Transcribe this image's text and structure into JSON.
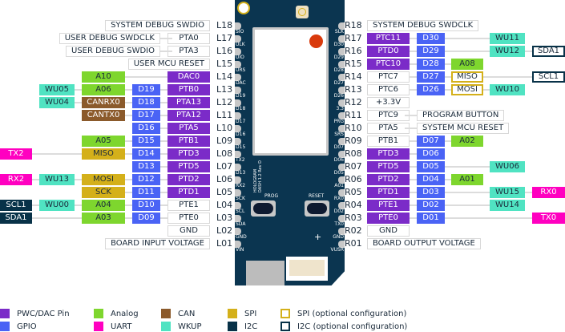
{
  "left_rows": [
    {
      "label": "L18",
      "cells": [
        null,
        null,
        null,
        null,
        null
      ],
      "note": "SYSTEM DEBUG SWDIO"
    },
    {
      "label": "L17",
      "cells": [
        null,
        null,
        null,
        null,
        {
          "text": "PTA0",
          "type": "plain"
        }
      ],
      "note": "USER DEBUG SWDCLK"
    },
    {
      "label": "L16",
      "cells": [
        null,
        null,
        null,
        null,
        {
          "text": "PTA3",
          "type": "plain"
        }
      ],
      "note": "USER DEBUG SWDIO"
    },
    {
      "label": "L15",
      "cells": [
        null,
        null,
        null,
        null,
        null
      ],
      "note": "USER MCU RESET"
    },
    {
      "label": "L14",
      "cells": [
        null,
        null,
        {
          "text": "A10",
          "type": "analog"
        },
        null,
        {
          "text": "DAC0",
          "type": "pwm"
        }
      ]
    },
    {
      "label": "L13",
      "cells": [
        null,
        {
          "text": "WU05",
          "type": "wkup"
        },
        {
          "text": "A06",
          "type": "analog"
        },
        {
          "text": "D19",
          "type": "gpio"
        },
        {
          "text": "PTB0",
          "type": "pwm"
        }
      ]
    },
    {
      "label": "L12",
      "cells": [
        null,
        {
          "text": "WU04",
          "type": "wkup"
        },
        {
          "text": "CANRX0",
          "type": "can"
        },
        {
          "text": "D18",
          "type": "gpio"
        },
        {
          "text": "PTA13",
          "type": "pwm"
        }
      ]
    },
    {
      "label": "L11",
      "cells": [
        null,
        null,
        {
          "text": "CANTX0",
          "type": "can"
        },
        {
          "text": "D17",
          "type": "gpio"
        },
        {
          "text": "PTA12",
          "type": "pwm"
        }
      ]
    },
    {
      "label": "L10",
      "cells": [
        null,
        null,
        null,
        {
          "text": "D16",
          "type": "gpio"
        },
        {
          "text": "PTA5",
          "type": "pwm"
        }
      ]
    },
    {
      "label": "L09",
      "cells": [
        null,
        null,
        {
          "text": "A05",
          "type": "analog"
        },
        {
          "text": "D15",
          "type": "gpio"
        },
        {
          "text": "PTB1",
          "type": "pwm"
        }
      ]
    },
    {
      "label": "L08",
      "cells": [
        {
          "text": "TX2",
          "type": "uart"
        },
        null,
        {
          "text": "MISO",
          "type": "spi"
        },
        {
          "text": "D14",
          "type": "gpio"
        },
        {
          "text": "PTD3",
          "type": "pwm"
        }
      ]
    },
    {
      "label": "L07",
      "cells": [
        null,
        null,
        null,
        {
          "text": "D13",
          "type": "gpio"
        },
        {
          "text": "PTD5",
          "type": "pwm"
        }
      ]
    },
    {
      "label": "L06",
      "cells": [
        {
          "text": "RX2",
          "type": "uart"
        },
        {
          "text": "WU13",
          "type": "wkup"
        },
        {
          "text": "MOSI",
          "type": "spi"
        },
        {
          "text": "D12",
          "type": "gpio"
        },
        {
          "text": "PTD2",
          "type": "pwm"
        }
      ]
    },
    {
      "label": "L05",
      "cells": [
        null,
        null,
        {
          "text": "SCK",
          "type": "spi"
        },
        {
          "text": "D11",
          "type": "gpio"
        },
        {
          "text": "PTD1",
          "type": "pwm"
        }
      ]
    },
    {
      "label": "L04",
      "cells": [
        {
          "text": "SCL1",
          "type": "i2c"
        },
        {
          "text": "WU00",
          "type": "wkup"
        },
        {
          "text": "A04",
          "type": "analog"
        },
        {
          "text": "D10",
          "type": "gpio"
        },
        {
          "text": "PTE1",
          "type": "plain"
        }
      ]
    },
    {
      "label": "L03",
      "cells": [
        {
          "text": "SDA1",
          "type": "i2c"
        },
        null,
        {
          "text": "A03",
          "type": "analog"
        },
        {
          "text": "D09",
          "type": "gpio"
        },
        {
          "text": "PTE0",
          "type": "plain"
        }
      ]
    },
    {
      "label": "L02",
      "cells": [
        null,
        null,
        null,
        null,
        {
          "text": "GND",
          "type": "plain"
        }
      ]
    },
    {
      "label": "L01",
      "cells": [
        null,
        null,
        null,
        null,
        null
      ],
      "note": "BOARD INPUT VOLTAGE"
    }
  ],
  "right_rows": [
    {
      "label": "R18",
      "cells": [
        null,
        null,
        null,
        null,
        null
      ],
      "note": "SYSTEM DEBUG SWDCLK"
    },
    {
      "label": "R17",
      "cells": [
        {
          "text": "PTC11",
          "type": "pwm"
        },
        {
          "text": "D30",
          "type": "gpio"
        },
        null,
        {
          "text": "WU11",
          "type": "wkup"
        },
        null
      ]
    },
    {
      "label": "R16",
      "cells": [
        {
          "text": "PTD0",
          "type": "pwm"
        },
        {
          "text": "D29",
          "type": "gpio"
        },
        null,
        {
          "text": "WU12",
          "type": "wkup"
        },
        {
          "text": "SDA1",
          "type": "i2c-opt"
        }
      ]
    },
    {
      "label": "R15",
      "cells": [
        {
          "text": "PTC10",
          "type": "pwm"
        },
        {
          "text": "D28",
          "type": "gpio"
        },
        {
          "text": "A08",
          "type": "analog"
        },
        null,
        null
      ]
    },
    {
      "label": "R14",
      "cells": [
        {
          "text": "PTC7",
          "type": "plain"
        },
        {
          "text": "D27",
          "type": "gpio"
        },
        {
          "text": "MISO",
          "type": "spi-opt"
        },
        null,
        {
          "text": "SCL1",
          "type": "i2c-opt"
        }
      ]
    },
    {
      "label": "R13",
      "cells": [
        {
          "text": "PTC6",
          "type": "plain"
        },
        {
          "text": "D26",
          "type": "gpio"
        },
        {
          "text": "MOSI",
          "type": "spi-opt"
        },
        {
          "text": "WU10",
          "type": "wkup"
        },
        null
      ]
    },
    {
      "label": "R12",
      "cells": [
        {
          "text": "+3.3V",
          "type": "plain"
        },
        null,
        null,
        null,
        null
      ]
    },
    {
      "label": "R11",
      "cells": [
        {
          "text": "PTC9",
          "type": "plain"
        },
        null,
        null,
        null,
        null
      ],
      "note": "PROGRAM BUTTON"
    },
    {
      "label": "R10",
      "cells": [
        {
          "text": "PTA5",
          "type": "plain"
        },
        null,
        null,
        null,
        null
      ],
      "note": "SYSTEM MCU RESET"
    },
    {
      "label": "R09",
      "cells": [
        {
          "text": "PTB1",
          "type": "plain"
        },
        {
          "text": "D07",
          "type": "gpio"
        },
        {
          "text": "A02",
          "type": "analog"
        },
        null,
        null
      ]
    },
    {
      "label": "R08",
      "cells": [
        {
          "text": "PTD3",
          "type": "pwm"
        },
        {
          "text": "D06",
          "type": "gpio"
        },
        null,
        null,
        null
      ]
    },
    {
      "label": "R07",
      "cells": [
        {
          "text": "PTD5",
          "type": "pwm"
        },
        {
          "text": "D05",
          "type": "gpio"
        },
        null,
        {
          "text": "WU06",
          "type": "wkup"
        },
        null
      ]
    },
    {
      "label": "R06",
      "cells": [
        {
          "text": "PTD2",
          "type": "pwm"
        },
        {
          "text": "D04",
          "type": "gpio"
        },
        {
          "text": "A01",
          "type": "analog"
        },
        null,
        null
      ]
    },
    {
      "label": "R05",
      "cells": [
        {
          "text": "PTD1",
          "type": "pwm"
        },
        {
          "text": "D03",
          "type": "gpio"
        },
        null,
        {
          "text": "WU15",
          "type": "wkup"
        },
        {
          "text": "RX0",
          "type": "uart"
        }
      ]
    },
    {
      "label": "R04",
      "cells": [
        {
          "text": "PTE1",
          "type": "pwm"
        },
        {
          "text": "D02",
          "type": "gpio"
        },
        null,
        {
          "text": "WU14",
          "type": "wkup"
        },
        null
      ]
    },
    {
      "label": "R03",
      "cells": [
        {
          "text": "PTE0",
          "type": "pwm"
        },
        {
          "text": "D01",
          "type": "gpio"
        },
        null,
        null,
        {
          "text": "TX0",
          "type": "uart"
        }
      ]
    },
    {
      "label": "R02",
      "cells": [
        {
          "text": "GND",
          "type": "plain"
        },
        null,
        null,
        null,
        null
      ]
    },
    {
      "label": "R01",
      "cells": [
        null,
        null,
        null,
        null,
        null
      ],
      "note": "BOARD OUTPUT VOLTAGE"
    }
  ],
  "board": {
    "left_pins": [
      "SIO",
      "ULK",
      "UIO",
      "URS",
      "DAC",
      "D19",
      "D18",
      "D17",
      "D16",
      "D15",
      "TX2",
      "D13",
      "RX2",
      "SCK",
      "SCL",
      "SDA",
      "GND",
      "VIN"
    ],
    "right_pins": [
      "SLK",
      "D30",
      "D29",
      "D28",
      "D27",
      "D26",
      "3.3",
      "PRG",
      "SRS",
      "D07",
      "D06",
      "D05",
      "A01",
      "RX0",
      "D02",
      "TX0",
      "GND",
      "VUSR"
    ],
    "silkscreen": "HOLOGRAM DASH 1.2 Rev D",
    "prog_label": "PROG",
    "reset_label": "RESET",
    "plus_label": "+"
  },
  "legend": [
    {
      "label": "PWC/DAC Pin",
      "type": "pwm"
    },
    {
      "label": "GPIO",
      "type": "gpio"
    },
    {
      "label": "Analog",
      "type": "analog"
    },
    {
      "label": "UART",
      "type": "uart"
    },
    {
      "label": "CAN",
      "type": "can"
    },
    {
      "label": "WKUP",
      "type": "wkup"
    },
    {
      "label": "SPI",
      "type": "spi"
    },
    {
      "label": "I2C",
      "type": "i2c"
    },
    {
      "label": "SPI (optional configuration)",
      "type": "spi-opt"
    },
    {
      "label": "I2C (optional configuration)",
      "type": "i2c-opt"
    }
  ],
  "colors": {
    "pwm": "#7b2bc8",
    "gpio": "#4a63f5",
    "analog": "#7ed62e",
    "uart": "#ff00c0",
    "can": "#8b5a2b",
    "wkup": "#50e3c2",
    "spi": "#d4b01a",
    "i2c": "#083248",
    "board": "#0b3550"
  }
}
